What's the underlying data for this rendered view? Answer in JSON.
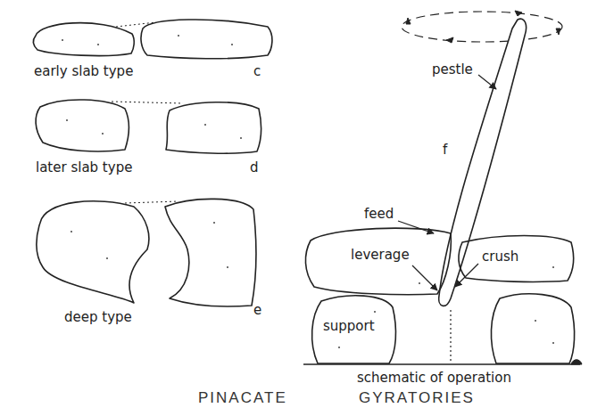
{
  "diagram": {
    "nodes": [
      {
        "text": [
          "leverage"
        ]
      },
      {
        "text": [
          "crush"
        ]
      },
      {
        "text": [
          "support"
        ]
      }
    ],
    "labels": [
      "early slab type",
      "c",
      "later slab type",
      "d",
      "deep type",
      "e",
      "pestle",
      "f",
      "feed",
      "schematic of operation",
      "PINACATE",
      "GYRATORIES"
    ]
  }
}
